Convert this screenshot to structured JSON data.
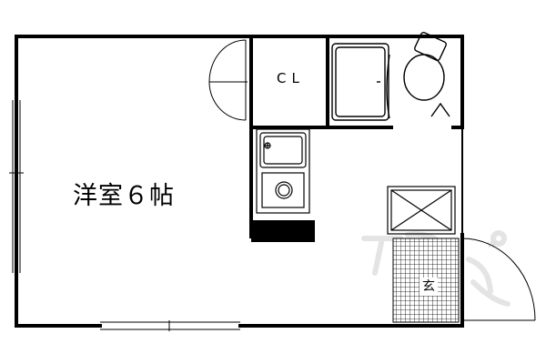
{
  "plan": {
    "room": {
      "label": "洋室６帖"
    },
    "closet": {
      "label": "CL"
    },
    "entrance": {
      "label": "玄"
    }
  },
  "colors": {
    "wall": "#000000",
    "grid": "#000000",
    "watermark": "#e6e6e6"
  },
  "icons": [
    "toilet-icon",
    "bathtub-icon",
    "sink-icon",
    "stove-icon",
    "door-swing-icon",
    "window-icon",
    "watermark-logo"
  ]
}
